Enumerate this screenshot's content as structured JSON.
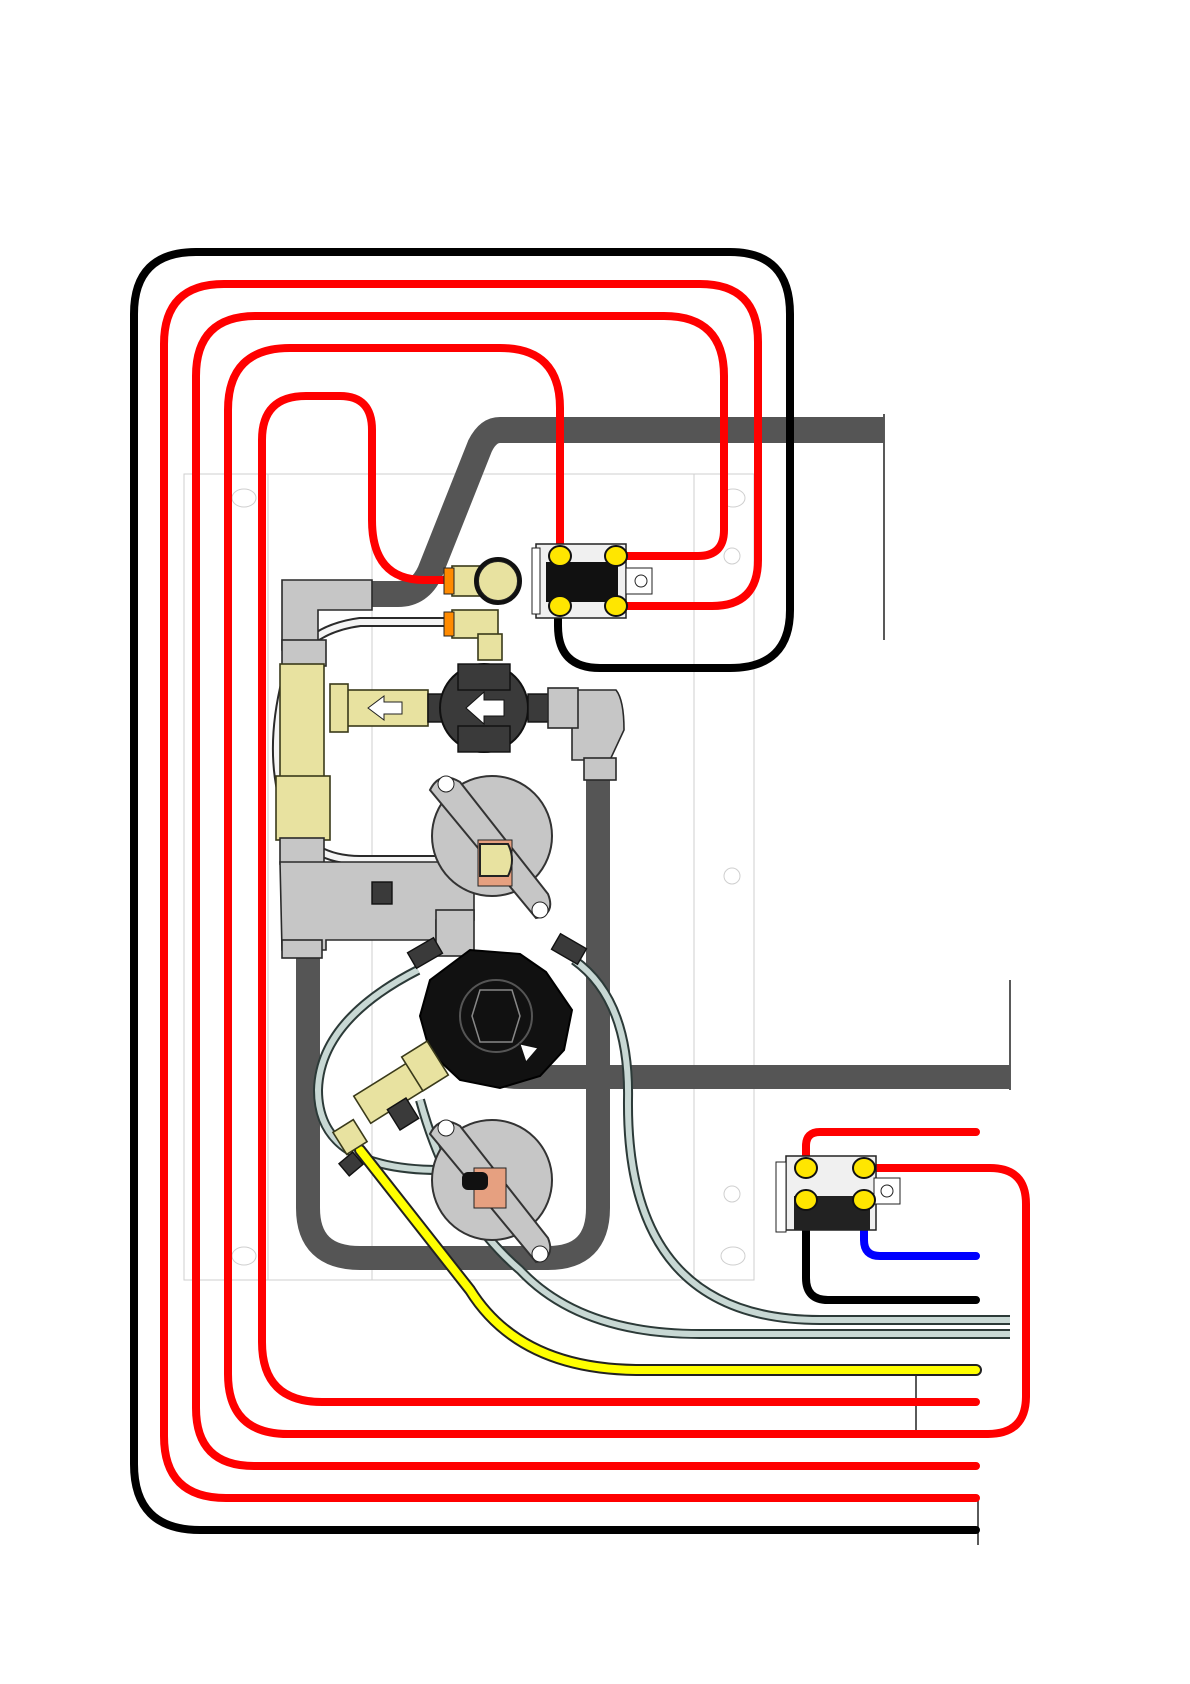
{
  "diagram": {
    "colors": {
      "wire_red": "#ff0000",
      "wire_black": "#000000",
      "wire_blue": "#0000ff",
      "wire_yellow": "#ffff00",
      "hose_dark": "#555555",
      "tube_light": "#c8d8d4",
      "tube_white": "#f4f4f4",
      "fitting_grey": "#c6c6c6",
      "fitting_brass": "#e8e2a0",
      "terminal_yellow": "#ffe600",
      "orange_collar": "#ff8a00"
    },
    "components": [
      "outer-black-wire-loop",
      "red-wire-loops",
      "pressure-switch-top",
      "pressure-switch-bottom",
      "water-inlet-hose",
      "main-outlet-hose",
      "solenoid-valve-body",
      "brass-check-valve",
      "tee-elbow-fittings",
      "round-thermostats",
      "spiral-pump-head",
      "yellow-ground-wire",
      "light-sensor-tubes"
    ]
  }
}
